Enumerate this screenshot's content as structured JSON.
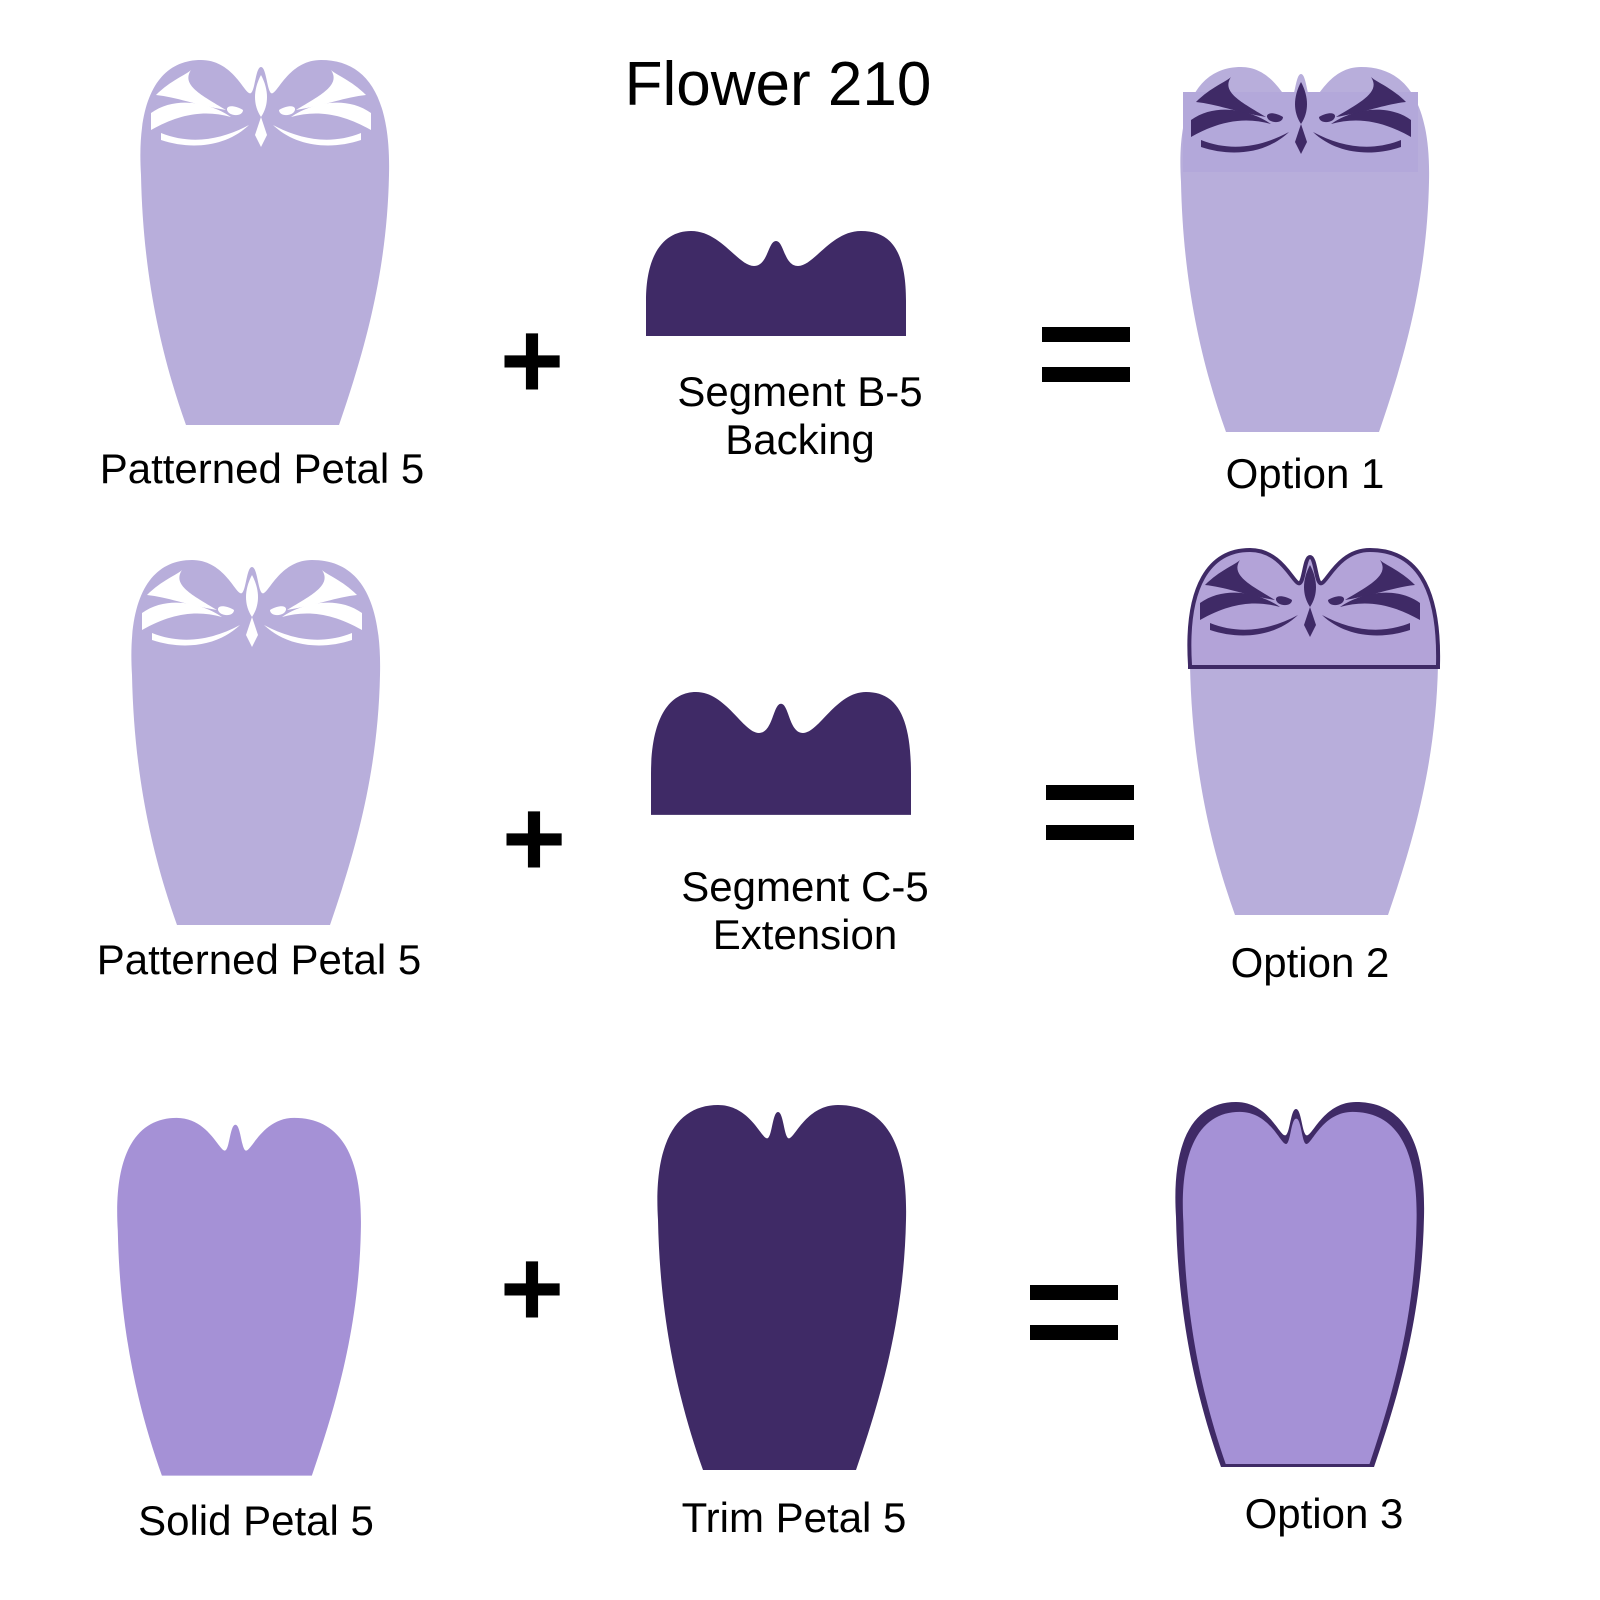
{
  "title": "Flower 210",
  "colors": {
    "light_petal": "#b8aedb",
    "solid_petal": "#a591d6",
    "dark": "#3f2a66",
    "ornament_light": "#ffffff"
  },
  "rows": [
    {
      "left": "Patterned Petal 5",
      "operator": "+",
      "middle_line1": "Segment B-5",
      "middle_line2": "Backing",
      "equals": "=",
      "result": "Option 1"
    },
    {
      "left": "Patterned Petal 5",
      "operator": "+",
      "middle_line1": "Segment C-5",
      "middle_line2": "Extension",
      "equals": "=",
      "result": "Option 2"
    },
    {
      "left": "Solid Petal 5",
      "operator": "+",
      "middle_line1": "Trim Petal 5",
      "equals": "=",
      "result": "Option 3"
    }
  ]
}
